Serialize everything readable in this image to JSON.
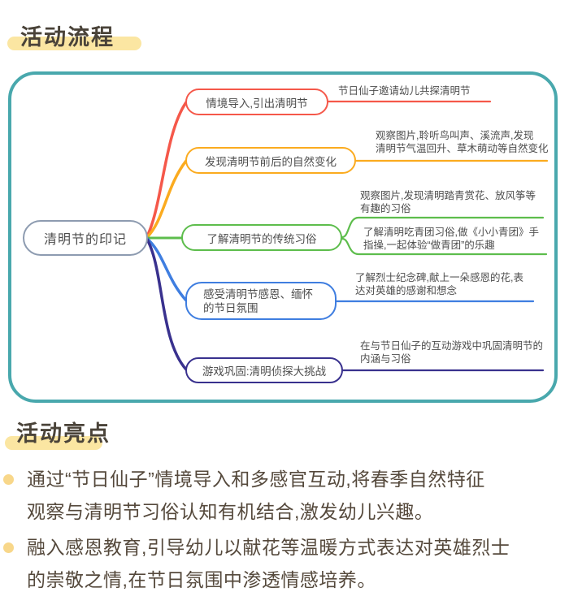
{
  "sections": {
    "flow_title": "活动流程",
    "highlights_title": "活动亮点"
  },
  "mindmap": {
    "root": {
      "label": "清明节的印记",
      "border_color": "#8d9bb0"
    },
    "container_border_color": "#49a8ad",
    "branches": [
      {
        "label": "情境导入,引出清明节",
        "color": "#f5584a",
        "notes": [
          [
            "节日仙子邀请幼儿共探清明节"
          ]
        ]
      },
      {
        "label": "发现清明节前后的自然变化",
        "color": "#fbab1f",
        "notes": [
          [
            "观察图片,聆听鸟叫声、溪流声,发现",
            "清明节气温回升、草木萌动等自然变化"
          ]
        ]
      },
      {
        "label": "了解清明节的传统习俗",
        "color": "#5dbd4c",
        "notes": [
          [
            "观察图片,发现清明踏青赏花、放风筝等",
            "有趣的习俗"
          ],
          [
            "了解清明吃青团习俗,做《小小青团》手",
            "指操,一起体验“做青团”的乐趣"
          ]
        ]
      },
      {
        "label_lines": [
          "感受清明节感恩、缅怀",
          "的节日氛围"
        ],
        "color": "#3f7ee0",
        "notes": [
          [
            "了解烈士纪念碑,献上一朵感恩的花,表",
            "达对英雄的感谢和想念"
          ]
        ]
      },
      {
        "label": "游戏巩固:清明侦探大挑战",
        "color": "#39318e",
        "notes": [
          [
            "在与节日仙子的互动游戏中巩固清明节的",
            "内涵与习俗"
          ]
        ]
      }
    ]
  },
  "highlights": {
    "bullet_color": "#f8d78a",
    "highlight_bar_color": "#fbe6a2",
    "bullets": [
      {
        "lines": [
          "通过“节日仙子”情境导入和多感官互动,将春季自然特征",
          "观察与清明节习俗认知有机结合,激发幼儿兴趣。"
        ]
      },
      {
        "lines": [
          "融入感恩教育,引导幼儿以献花等温暖方式表达对英雄烈士",
          "的崇敬之情,在节日氛围中渗透情感培养。"
        ]
      }
    ]
  }
}
